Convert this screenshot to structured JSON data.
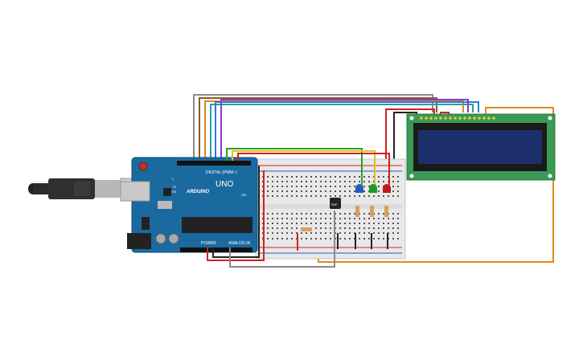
{
  "arduino": {
    "brand": "ARDUINO",
    "model": "UNO",
    "digital_label": "DIGITAL (PWM~)",
    "power_label": "POWER",
    "analog_label": "ANALOG IN",
    "led_labels": [
      "L",
      "TX",
      "RX"
    ],
    "on_label": "ON",
    "board_color": "#1a6aa0"
  },
  "sensor": {
    "label": "TMP"
  },
  "leds": [
    {
      "name": "blue",
      "color": "#1f5fbf"
    },
    {
      "name": "green",
      "color": "#1a9a2a"
    },
    {
      "name": "red",
      "color": "#c01818"
    }
  ],
  "lcd": {
    "pcb_color": "#3a9a55",
    "screen_color": "#1d2f6b"
  },
  "wires": {
    "gray": "#8a8a8a",
    "brown": "#8b5a2b",
    "orange": "#e08a1e",
    "red": "#d42020",
    "black": "#222222",
    "green": "#2aa02a",
    "yellow": "#e0c020",
    "blue": "#2a7ad8",
    "purple": "#8a3ac8",
    "teal": "#2aa0a0"
  }
}
